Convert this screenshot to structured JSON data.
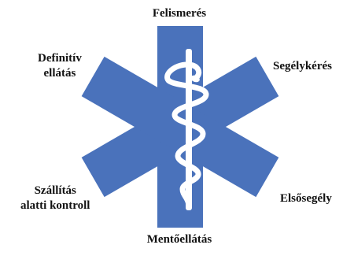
{
  "colors": {
    "star": "#4a72bb",
    "staff": "#ffffff",
    "text": "#111111"
  },
  "icons": {
    "symbol": "rod-of-asclepius-icon",
    "background": "star-of-life-icon"
  },
  "labels": {
    "top": "Felismerés",
    "top_right": "Segélykérés",
    "top_left": [
      "Definitív",
      "ellátás"
    ],
    "bottom_left": [
      "Szállítás",
      "alatti kontroll"
    ],
    "bottom_right": "Elsősegély",
    "bottom": "Mentőellátás"
  }
}
